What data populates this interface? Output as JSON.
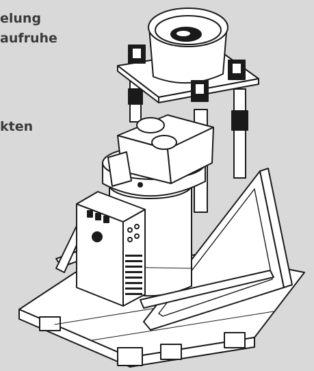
{
  "text": {
    "line1": "elung",
    "line2": "aufruhe",
    "line3": "kten"
  },
  "colors": {
    "background": "#d9d9d9",
    "text": "#3a3a3a",
    "line": "#1a1a1a",
    "fill": "#ffffff"
  },
  "figure": {
    "subject": "machine-on-pallet-line-drawing"
  }
}
